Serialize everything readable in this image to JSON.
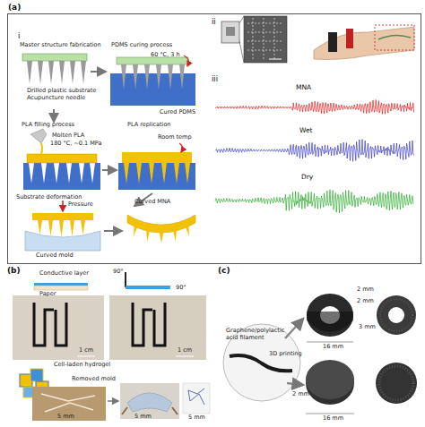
{
  "diagram": {
    "nodes": [
      {
        "text": [
          "(a)"
        ]
      }
    ],
    "labels": [
      "i",
      "Master structure fabrication",
      "PDMS curing process",
      "Drilled plastic substrate",
      "Acupuncture needle",
      "60 °C, 3 h",
      "Cured PDMS",
      "PLA filling process",
      "PLA replication",
      "Molten PLA",
      "180 °C, ~0.1 MPa",
      "Room temp",
      "Substrate deformation",
      "Curved MNA",
      "Pressure",
      "Curved mold",
      "ii",
      "iii",
      "MNA",
      "Wet",
      "Dry",
      "(b)",
      "Conductive layer",
      "Paper",
      "90°",
      "90°",
      "1 cm",
      "1 cm",
      "Cell-laden hydrogel",
      "Removed mold",
      "5 mm",
      "5 mm",
      "5 mm",
      "(c)",
      "Graphene/polylactic acid filament",
      "3D printing",
      "2 mm",
      "2 mm",
      "3 mm",
      "16 mm",
      "2 mm",
      "16 mm"
    ]
  }
}
